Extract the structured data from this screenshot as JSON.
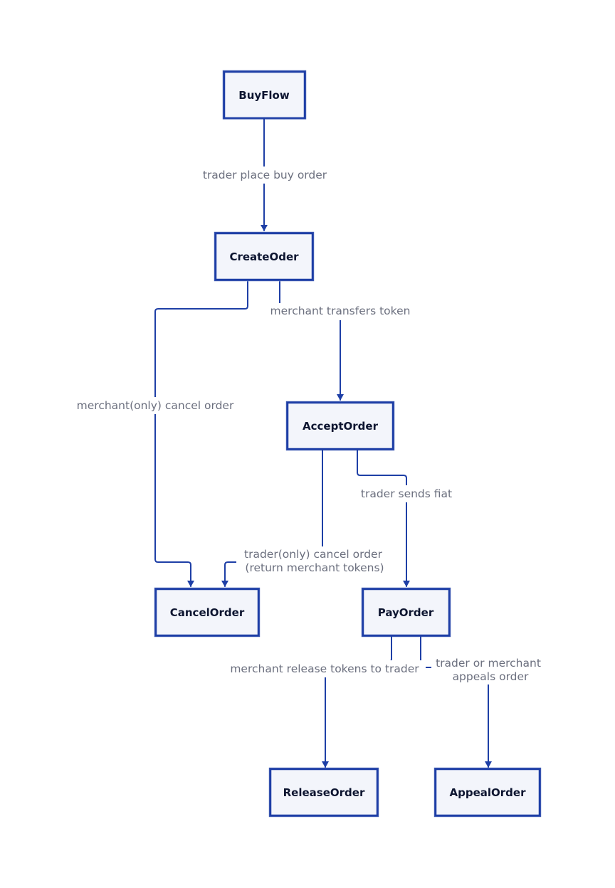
{
  "colors": {
    "stroke": "#1e3fa6",
    "node_fill": "#f3f5fb",
    "node_text": "#0d1530",
    "edge_text": "#6b6f7e",
    "background": "#ffffff"
  },
  "nodes": {
    "buyflow": "BuyFlow",
    "createorder": "CreateOder",
    "acceptorder": "AcceptOrder",
    "cancelorder": "CancelOrder",
    "payorder": "PayOrder",
    "releaseorder": "ReleaseOrder",
    "appealorder": "AppealOrder"
  },
  "edges": {
    "place_buy": "trader place buy order",
    "transfer_token": "merchant transfers token",
    "merchant_cancel": "merchant(only) cancel order",
    "sends_fiat": "trader sends fiat",
    "trader_cancel_1": "trader(only) cancel order",
    "trader_cancel_2": "(return merchant tokens)",
    "release_tokens": "merchant release tokens to trader",
    "appeal_1": "trader or merchant",
    "appeal_2": "appeals order"
  }
}
